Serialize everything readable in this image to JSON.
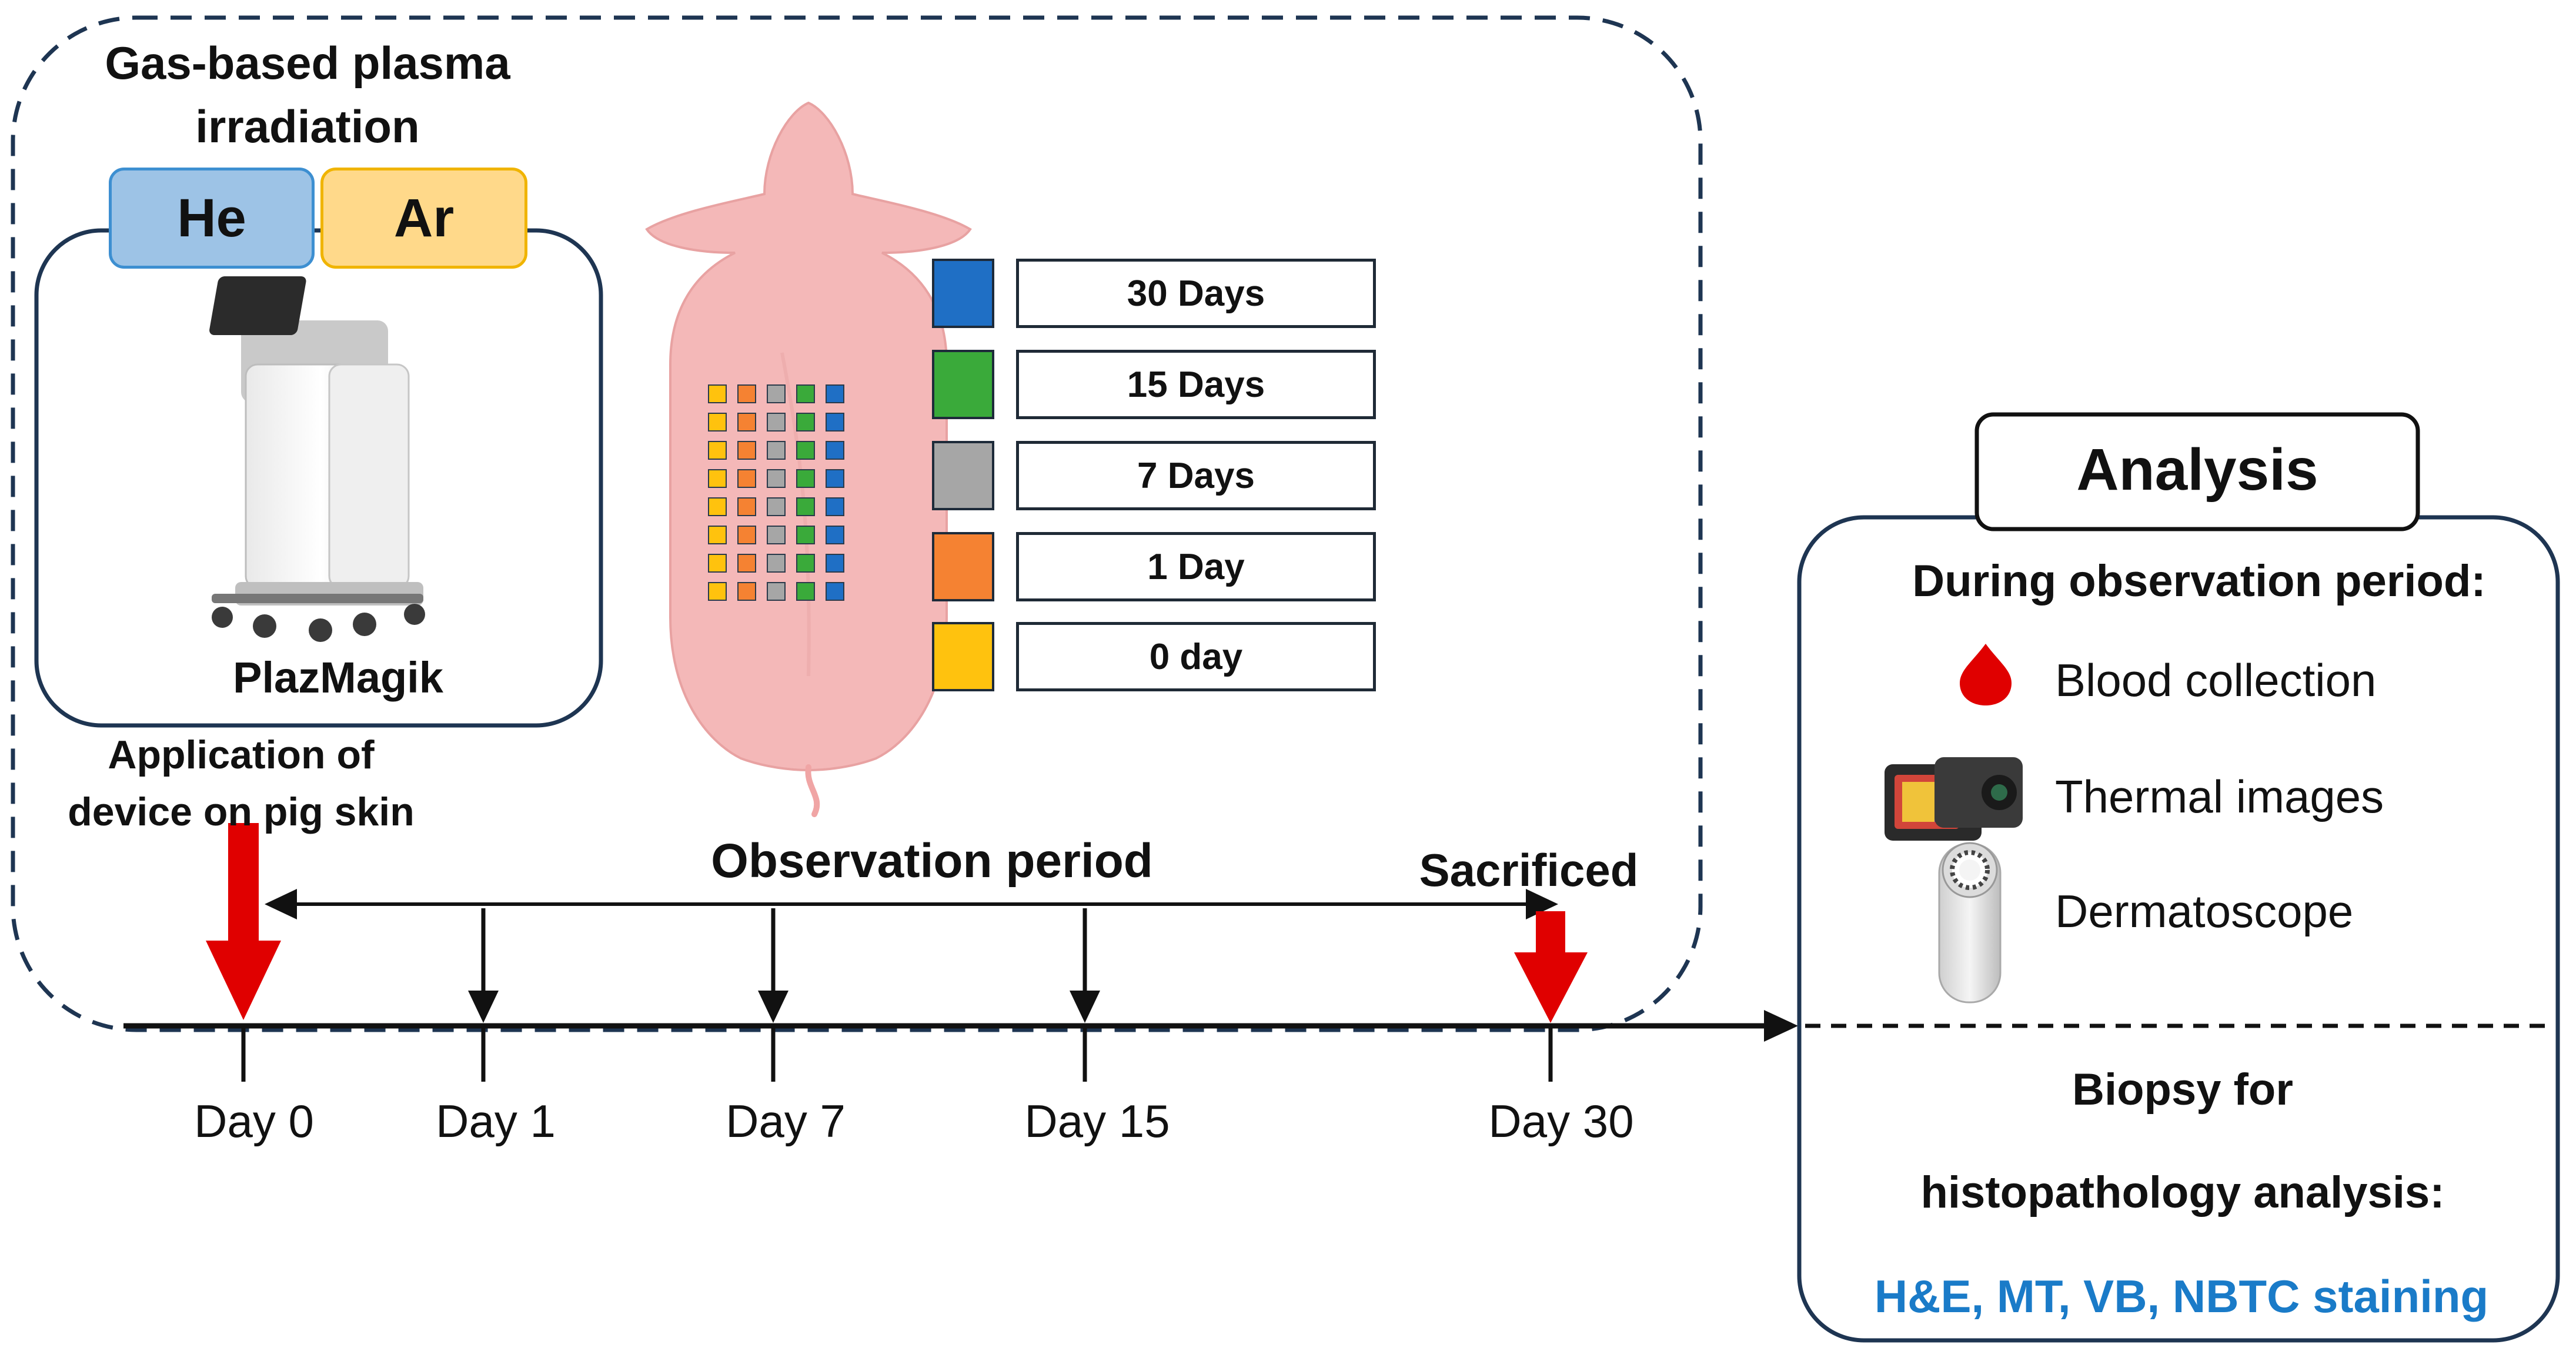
{
  "plasma_title": [
    "Gas-based plasma",
    "irradiation"
  ],
  "gases": [
    {
      "label": "He",
      "color": "#9dc3e6"
    },
    {
      "label": "Ar",
      "color": "#ffd98a"
    }
  ],
  "device_name": "PlazMagik",
  "application_label": [
    "Application of",
    "device on pig skin"
  ],
  "legend": [
    {
      "label": "30 Days",
      "color": "#1f6fc5"
    },
    {
      "label": "15 Days",
      "color": "#3aaa3a"
    },
    {
      "label": "7 Days",
      "color": "#a6a6a6"
    },
    {
      "label": "1 Day",
      "color": "#f58232"
    },
    {
      "label": "0 day",
      "color": "#ffc20e"
    }
  ],
  "grid_columns": [
    "0 day",
    "1 Day",
    "7 Days",
    "15 Days",
    "30 Days"
  ],
  "observation_label": "Observation period",
  "sacrificed_label": "Sacrificed",
  "timeline_days": [
    "Day 0",
    "Day 1",
    "Day 7",
    "Day 15",
    "Day 30"
  ],
  "analysis": {
    "title": "Analysis",
    "during_heading": "During observation period:",
    "items": [
      {
        "icon": "blood-drop-icon",
        "label": "Blood collection"
      },
      {
        "icon": "thermal-camera-icon",
        "label": "Thermal images"
      },
      {
        "icon": "dermatoscope-icon",
        "label": "Dermatoscope"
      }
    ],
    "biopsy_heading": [
      "Biopsy for",
      "histopathology analysis:"
    ],
    "staining": "H&E, MT, VB, NBTC staining",
    "staining_color": "#1a7bc8"
  },
  "colors": {
    "arrow_red": "#e00000",
    "frame_navy": "#1e3552"
  }
}
